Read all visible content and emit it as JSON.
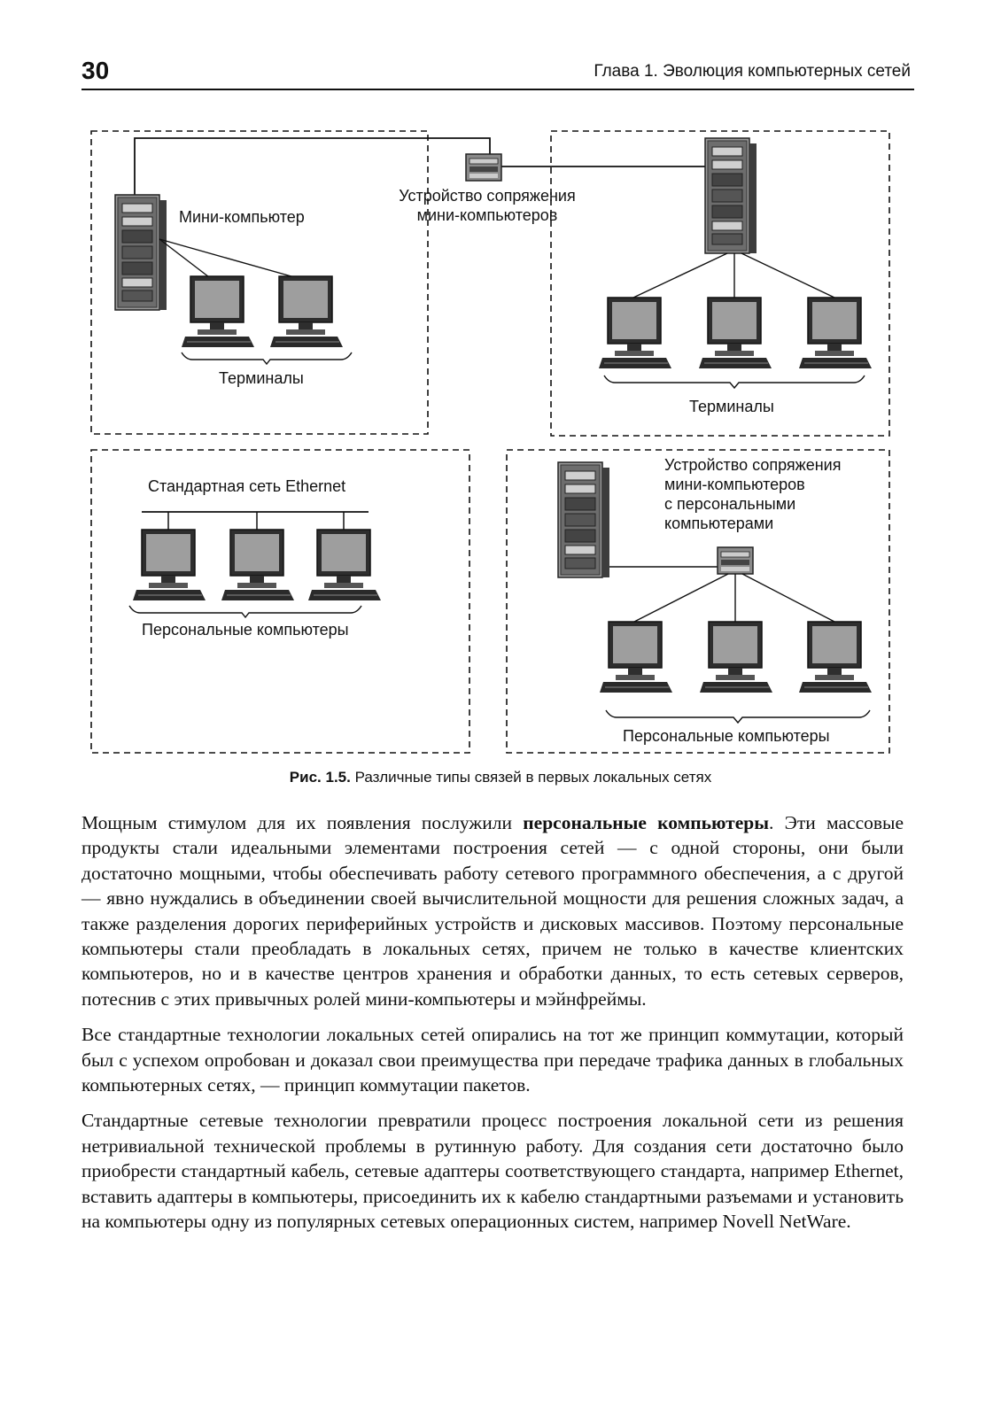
{
  "header": {
    "page_number": "30",
    "chapter_title": "Глава 1. Эволюция компьютерных сетей"
  },
  "figure": {
    "labels": {
      "minicomputer": "Мини-компьютер",
      "interface_device_line1": "Устройство сопряжения",
      "interface_device_line2": "мини-компьютеров",
      "terminals_left": "Терминалы",
      "terminals_right": "Терминалы",
      "ethernet": "Стандартная сеть Ethernet",
      "pcs_left": "Персональные компьютеры",
      "pc_interface_line1": "Устройство сопряжения",
      "pc_interface_line2": "мини-компьютеров",
      "pc_interface_line3": "с персональными",
      "pc_interface_line4": "компьютерами",
      "pcs_right": "Персональные компьютеры"
    },
    "caption_number": "Рис. 1.5.",
    "caption_text": "Различные типы связей в первых локальных сетях"
  },
  "body": {
    "p1_a": "Мощным стимулом для их появления послужили ",
    "p1_bold": "персональные компьютеры",
    "p1_b": ". Эти массовые продукты стали идеальными элементами построения сетей — с одной стороны, они были достаточно мощными, чтобы обеспечивать работу сетевого программного обеспечения, а с другой — явно нуждались в объединении своей вычислительной мощности для решения сложных задач, а также разделения дорогих периферийных устройств и дисковых массивов. Поэтому персональные компьютеры стали преобладать в локальных сетях, причем не только в качестве клиентских компьютеров, но и в качестве центров хранения и обработки данных, то есть сетевых серверов, потеснив с этих привычных ролей мини-компьютеры и мэйнфреймы.",
    "p2": "Все стандартные технологии локальных сетей опирались на тот же принцип коммутации, который был с успехом опробован и доказал свои преимущества при передаче трафика данных в глобальных компьютерных сетях, — принцип коммутации пакетов.",
    "p3": "Стандартные сетевые технологии превратили процесс построения локальной сети из решения нетривиальной технической проблемы в рутинную работу. Для создания сети достаточно было приобрести стандартный кабель, сетевые адаптеры соответствующего стандарта, например Ethernet, вставить адаптеры в компьютеры, присоединить их к кабелю стандартными разъемами и установить на компьютеры одну из популярных сетевых операционных систем, например Novell NetWare."
  }
}
